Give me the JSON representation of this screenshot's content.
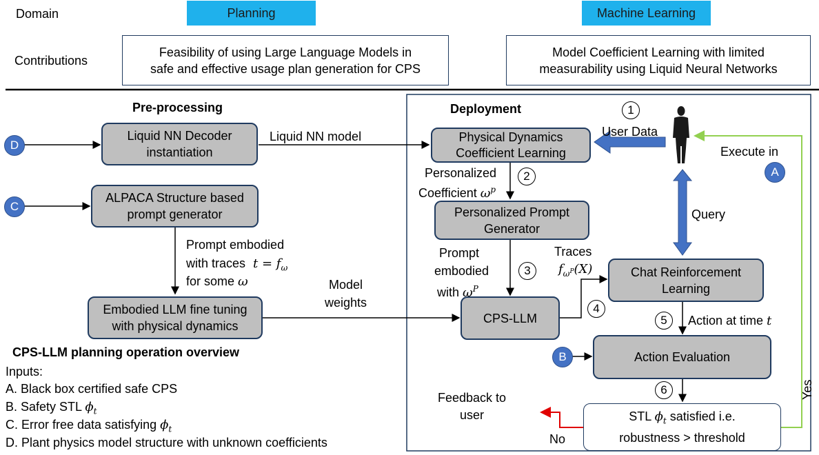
{
  "header": {
    "domain_label": "Domain",
    "contributions_label": "Contributions",
    "tag_planning": "Planning",
    "tag_ml": "Machine Learning",
    "contribution_1": "Feasibility of using Large Language Models in\nsafe and effective usage plan generation for CPS",
    "contribution_2": "Model Coefficient Learning with limited\nmeasurability using Liquid Neural Networks"
  },
  "preprocessing": {
    "title": "Pre-processing",
    "box_decoder": "Liquid NN Decoder\ninstantiation",
    "box_alpaca": "ALPACA Structure based\nprompt generator",
    "box_finetune": "Embodied LLM fine tuning\nwith physical dynamics",
    "edge_liquid_model": "Liquid NN model",
    "edge_prompt_l1": "Prompt embodied",
    "edge_prompt_l2": "with traces",
    "edge_prompt_l3": "for some",
    "edge_model_weights": "Model\nweights",
    "math_t_eq": "t = f",
    "math_omega_sub": "ω",
    "math_omega": "ω"
  },
  "overview": {
    "title": "CPS-LLM planning operation overview",
    "inputs_label": "Inputs:",
    "item_a": "A. Black box certified safe CPS",
    "item_b": "B. Safety STL ",
    "item_c": "C. Error free data satisfying ",
    "item_d": "D. Plant physics model structure with unknown coefficients",
    "phi": "ϕ",
    "phi_sub": "t"
  },
  "deployment": {
    "title": "Deployment",
    "box_physical": "Physical Dynamics\nCoefficient Learning",
    "box_personalized": "Personalized Prompt\nGenerator",
    "box_cpsllm": "CPS-LLM",
    "box_chat": "Chat Reinforcement\nLearning",
    "box_action": "Action Evaluation",
    "box_stl_l1": "STL ",
    "box_stl_l1_rest": " satisfied i.e.",
    "box_stl_l2": "robustness > threshold",
    "label_user_data": "User Data",
    "label_execute_in": "Execute in",
    "label_query": "Query",
    "label_personalized_l1": "Personalized",
    "label_personalized_l2": "Coefficient ",
    "label_prompt_l1": "Prompt",
    "label_prompt_l2": "embodied",
    "label_prompt_l3": "with ",
    "label_traces": "Traces",
    "label_action_time": "Action at time ",
    "label_feedback": "Feedback to\nuser",
    "label_no": "No",
    "label_yes": "Yes",
    "steps": [
      "1",
      "2",
      "3",
      "4",
      "5",
      "6"
    ]
  },
  "input_markers": {
    "a": "A",
    "b": "B",
    "c": "C",
    "d": "D"
  },
  "colors": {
    "tag_blue": "#1fb1ec",
    "box_gray": "#bfbfbf",
    "marker_blue": "#4472c4",
    "arrow_blue": "#4472c4",
    "yes_green": "#92d050",
    "no_red": "#e00000"
  }
}
